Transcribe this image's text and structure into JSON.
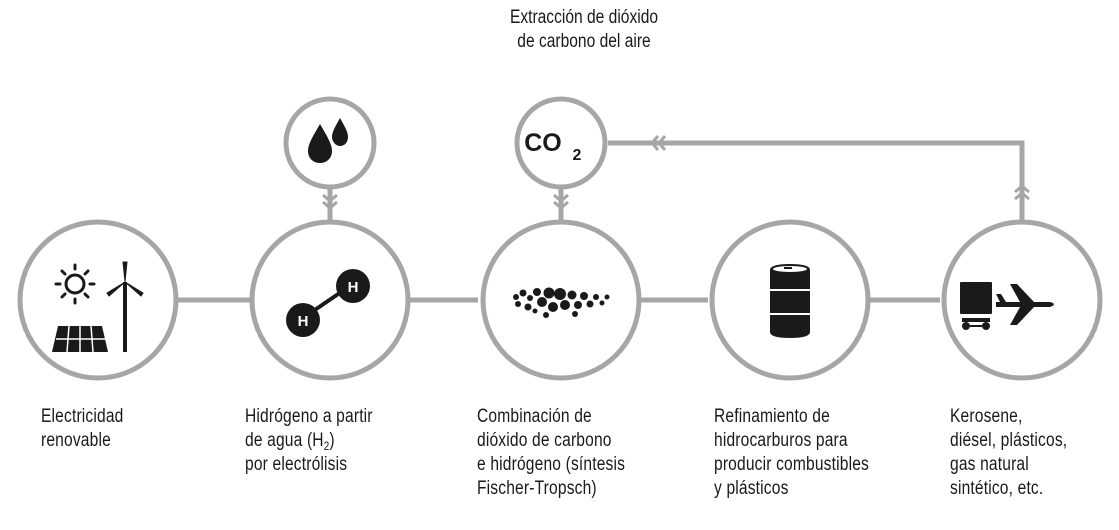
{
  "top_label": {
    "line1": "Extracción de dióxido",
    "line2": "de carbono del aire"
  },
  "co2_node": {
    "text": "CO",
    "sub": "2"
  },
  "steps": [
    {
      "id": "electricity",
      "icon": "sun-wind-solar-icon",
      "lines": [
        "Electricidad",
        "renovable"
      ]
    },
    {
      "id": "hydrogen",
      "icon": "hydrogen-molecule-icon",
      "atom_label": "H",
      "lines": [
        "Hidrógeno a partir",
        "de agua (H",
        "por electrólisis"
      ],
      "line2_sub": "2",
      "line2_after": ")"
    },
    {
      "id": "synthesis",
      "icon": "molecules-icon",
      "lines": [
        "Combinación de",
        "dióxido de carbono",
        "e hidrógeno (síntesis",
        "Fischer-Tropsch)"
      ]
    },
    {
      "id": "refining",
      "icon": "oil-barrel-icon",
      "lines": [
        "Refinamiento de",
        "hidrocarburos para",
        "producir combustibles",
        "y plásticos"
      ]
    },
    {
      "id": "products",
      "icon": "truck-airplane-icon",
      "lines": [
        "Kerosene,",
        "diésel, plásticos,",
        "gas natural",
        "sintético, etc."
      ]
    }
  ],
  "colors": {
    "ring": "#a6a6a6",
    "icon": "#1a1a1a",
    "arrow": "#a6a6a6"
  }
}
